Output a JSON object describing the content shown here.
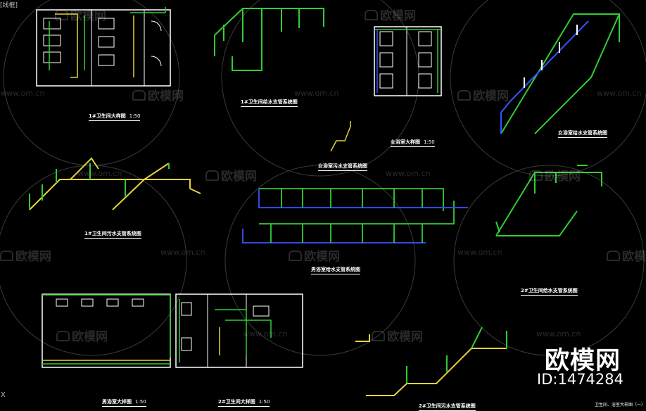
{
  "window": {
    "tab_label": "[线框]",
    "corner_label": "X"
  },
  "titles": {
    "t1": "1#卫生间大样图",
    "t1_scale": "1:50",
    "t2": "1#卫生间给水支管系统图",
    "t3": "女浴室大样图",
    "t3_scale": "1:50",
    "t4": "女浴室污水支管系统图",
    "t5": "女浴室给水支管系统图",
    "t6": "1#卫生间污水支管系统图",
    "t7": "男浴室给水支管系统图",
    "t8": "2#卫生间给水支管系统图",
    "t9": "男浴室大样图",
    "t9_scale": "1:50",
    "t10": "2#卫生间大样图",
    "t10_scale": "1:50",
    "t11": "2#卫生间污水支管系统图"
  },
  "title_block": "卫生间、浴室大样图（一）",
  "watermark": {
    "brand": "欧模网",
    "url": "www.om.cn"
  },
  "brand_overlay": {
    "name": "欧模网",
    "id": "ID:1474284"
  },
  "colors": {
    "background": "#000000",
    "pipe_supply": "#33cc33",
    "pipe_drain": "#e6d33a",
    "pipe_hot": "#3355ff",
    "wall": "#ffffff"
  }
}
